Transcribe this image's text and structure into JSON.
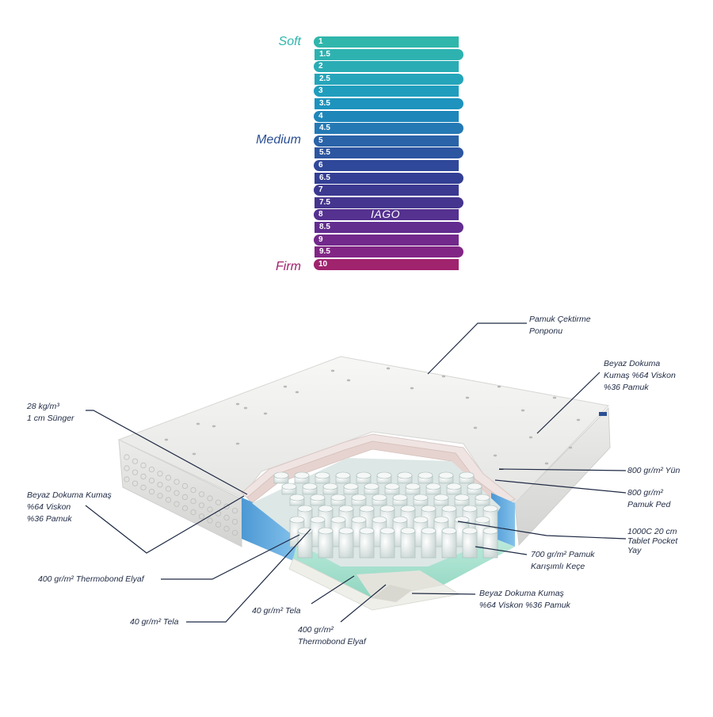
{
  "firmness_scale": {
    "labels": {
      "soft": "Soft",
      "medium": "Medium",
      "firm": "Firm"
    },
    "label_colors": {
      "soft": "#2fb5ad",
      "medium": "#2b4f94",
      "firm": "#a1226f"
    },
    "levels": [
      {
        "label": "1",
        "color": "#30b6ab"
      },
      {
        "label": "1.5",
        "color": "#2eb2b0"
      },
      {
        "label": "2",
        "color": "#2aacb5"
      },
      {
        "label": "2.5",
        "color": "#25a5ba"
      },
      {
        "label": "3",
        "color": "#209dbd"
      },
      {
        "label": "3.5",
        "color": "#1d93bd"
      },
      {
        "label": "4",
        "color": "#1f86ba"
      },
      {
        "label": "4.5",
        "color": "#2479b4"
      },
      {
        "label": "5",
        "color": "#2a63a8"
      },
      {
        "label": "5.5",
        "color": "#2d56a0"
      },
      {
        "label": "6",
        "color": "#30489a"
      },
      {
        "label": "6.5",
        "color": "#333f94"
      },
      {
        "label": "7",
        "color": "#3b3990"
      },
      {
        "label": "7.5",
        "color": "#45358e"
      },
      {
        "label": "8",
        "color": "#553190"
      },
      {
        "label": "8.5",
        "color": "#622d8f"
      },
      {
        "label": "9",
        "color": "#72298b"
      },
      {
        "label": "9.5",
        "color": "#822685"
      },
      {
        "label": "10",
        "color": "#a0236e"
      }
    ],
    "model_name": "IAGO",
    "model_level": "8"
  },
  "diagram": {
    "callouts": {
      "cotton_tufting": [
        "Pamuk Çektirme",
        "Ponponu"
      ],
      "white_woven_fabric_top": [
        "Beyaz Dokuma",
        "Kumaş %64 Viskon",
        "%36 Pamuk"
      ],
      "foam_1cm": [
        "28 kg/m³",
        "1 cm Sünger"
      ],
      "wool_800": [
        "800 gr/m² Yün"
      ],
      "cotton_pad_800": [
        "800 gr/m²",
        "Pamuk Ped"
      ],
      "pocket_springs": [
        "1000C 20 cm",
        "Tablet Pocket",
        "Yay"
      ],
      "white_woven_fabric_side": [
        "Beyaz Dokuma Kumaş",
        "%64 Viskon",
        "%36 Pamuk"
      ],
      "cotton_felt_700": [
        "700 gr/m² Pamuk",
        "Karışımlı Keçe"
      ],
      "thermobond_400_left": [
        "400 gr/m² Thermobond Elyaf"
      ],
      "white_woven_fabric_bottom": [
        "Beyaz Dokuma Kumaş",
        "%64 Viskon %36 Pamuk"
      ],
      "tela_40_left": [
        "40 gr/m² Tela"
      ],
      "tela_40_center": [
        "40 gr/m² Tela"
      ],
      "thermobond_400_center": [
        "400 gr/m²",
        "Thermobond Elyaf"
      ]
    },
    "colors": {
      "leader_line": "#1f2a44",
      "fabric": "#f1f1ef",
      "foam_side": "#5ea8dc",
      "felt": "#a8e2d0",
      "wool": "#e9dcd9"
    }
  }
}
